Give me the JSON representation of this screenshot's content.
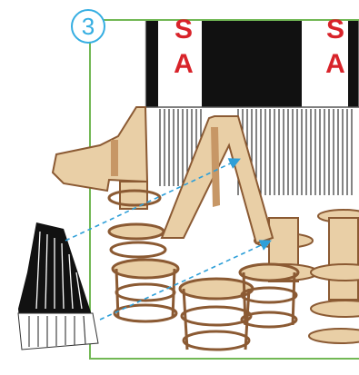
{
  "step": {
    "number": "3"
  },
  "rocket": {
    "letters": [
      {
        "char": "S"
      },
      {
        "char": "A"
      },
      {
        "char": "S"
      },
      {
        "char": "A"
      }
    ]
  },
  "colors": {
    "frame": "#72b855",
    "badge": "#35aee2",
    "guide_line": "#2e9fd8",
    "plywood": "#e9cfa6",
    "plywood_dark": "#8b5a33",
    "rocket_black": "#111111",
    "rocket_red": "#d8232a"
  },
  "icons": [
    "step-number-badge",
    "assembly-guide-arrow"
  ]
}
